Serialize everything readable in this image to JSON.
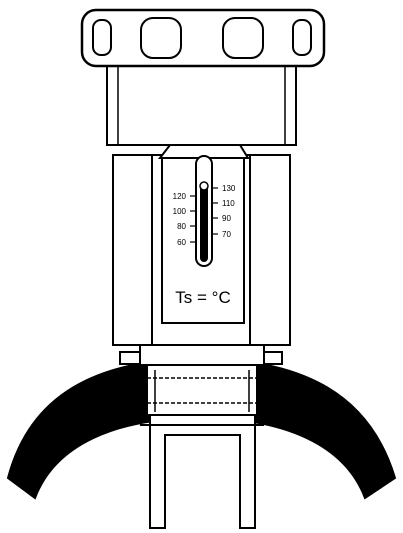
{
  "thermometer": {
    "left_scale": [
      "120",
      "100",
      "80",
      "60"
    ],
    "right_scale": [
      "130",
      "110",
      "90",
      "70"
    ],
    "label": "Ts = °C"
  },
  "colors": {
    "line": "#000000",
    "fill": "#ffffff",
    "accent": "#000000"
  }
}
